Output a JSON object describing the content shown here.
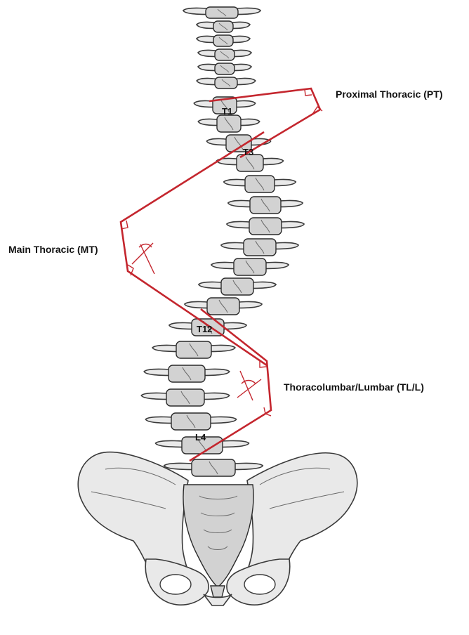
{
  "colors": {
    "curve_lines": "#c4262e",
    "bone_fill": "#e9e9e9",
    "bone_outline": "#3a3a3a",
    "text": "#111111"
  },
  "vertebra_labels": {
    "t1": "T1",
    "t3": "T3",
    "t12": "T12",
    "l4": "L4"
  },
  "curve_labels": {
    "proximal_thoracic": "Proximal Thoracic (PT)",
    "main_thoracic": "Main Thoracic (MT)",
    "thoracolumbar_lumbar": "Thoracolumbar/Lumbar (TL/L)"
  }
}
